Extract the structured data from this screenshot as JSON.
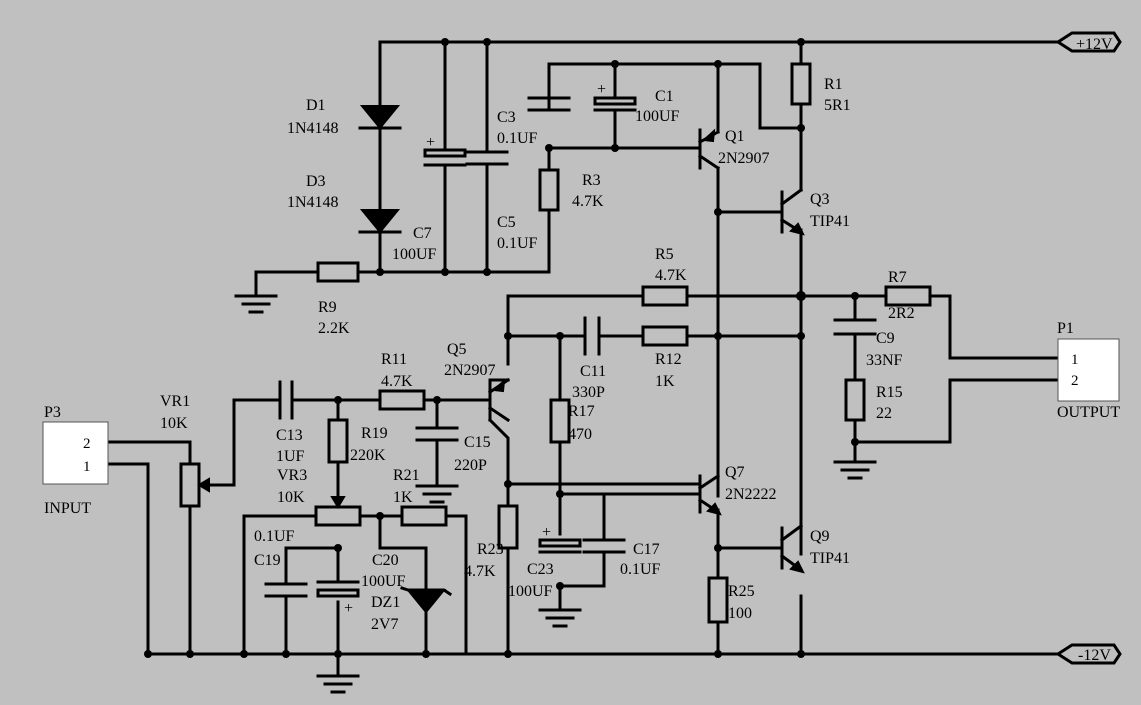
{
  "rails": {
    "positive": "+12V",
    "negative": "-12V"
  },
  "connectors": {
    "input": {
      "ref": "P3",
      "label": "INPUT",
      "pins": [
        "2",
        "1"
      ]
    },
    "output": {
      "ref": "P1",
      "label": "OUTPUT",
      "pins": [
        "1",
        "2"
      ]
    }
  },
  "components": {
    "D1": {
      "ref": "D1",
      "value": "1N4148"
    },
    "D3": {
      "ref": "D3",
      "value": "1N4148"
    },
    "C7": {
      "ref": "C7",
      "value": "100UF"
    },
    "C3": {
      "ref": "C3",
      "value": "0.1UF"
    },
    "C5": {
      "ref": "C5",
      "value": "0.1UF"
    },
    "C1": {
      "ref": "C1",
      "value": "100UF"
    },
    "R3": {
      "ref": "R3",
      "value": "4.7K"
    },
    "Q1": {
      "ref": "Q1",
      "value": "2N2907"
    },
    "R1": {
      "ref": "R1",
      "value": "5R1"
    },
    "Q3": {
      "ref": "Q3",
      "value": "TIP41"
    },
    "R9": {
      "ref": "R9",
      "value": "2.2K"
    },
    "R5": {
      "ref": "R5",
      "value": "4.7K"
    },
    "R7": {
      "ref": "R7",
      "value": "2R2"
    },
    "C9": {
      "ref": "C9",
      "value": "33NF"
    },
    "R15": {
      "ref": "R15",
      "value": "22"
    },
    "C11": {
      "ref": "C11",
      "value": "330P"
    },
    "R12": {
      "ref": "R12",
      "value": "1K"
    },
    "Q5": {
      "ref": "Q5",
      "value": "2N2907"
    },
    "R11": {
      "ref": "R11",
      "value": "4.7K"
    },
    "VR1": {
      "ref": "VR1",
      "value": "10K"
    },
    "C13": {
      "ref": "C13",
      "value": "1UF"
    },
    "R19": {
      "ref": "R19",
      "value": "220K"
    },
    "VR3": {
      "ref": "VR3",
      "value": "10K"
    },
    "C15": {
      "ref": "C15",
      "value": "220P"
    },
    "R17": {
      "ref": "R17",
      "value": "470"
    },
    "R21": {
      "ref": "R21",
      "value": "1K"
    },
    "Q7": {
      "ref": "Q7",
      "value": "2N2222"
    },
    "C19": {
      "ref": "C19",
      "value": "0.1UF"
    },
    "C20": {
      "ref": "C20",
      "value": "100UF"
    },
    "DZ1": {
      "ref": "DZ1",
      "value": "2V7"
    },
    "R23": {
      "ref": "R23",
      "value": "4.7K"
    },
    "C23": {
      "ref": "C23",
      "value": "100UF"
    },
    "C17": {
      "ref": "C17",
      "value": "0.1UF"
    },
    "Q9": {
      "ref": "Q9",
      "value": "TIP41"
    },
    "R25": {
      "ref": "R25",
      "value": "100"
    }
  },
  "symbols": {
    "polarity": "+"
  }
}
